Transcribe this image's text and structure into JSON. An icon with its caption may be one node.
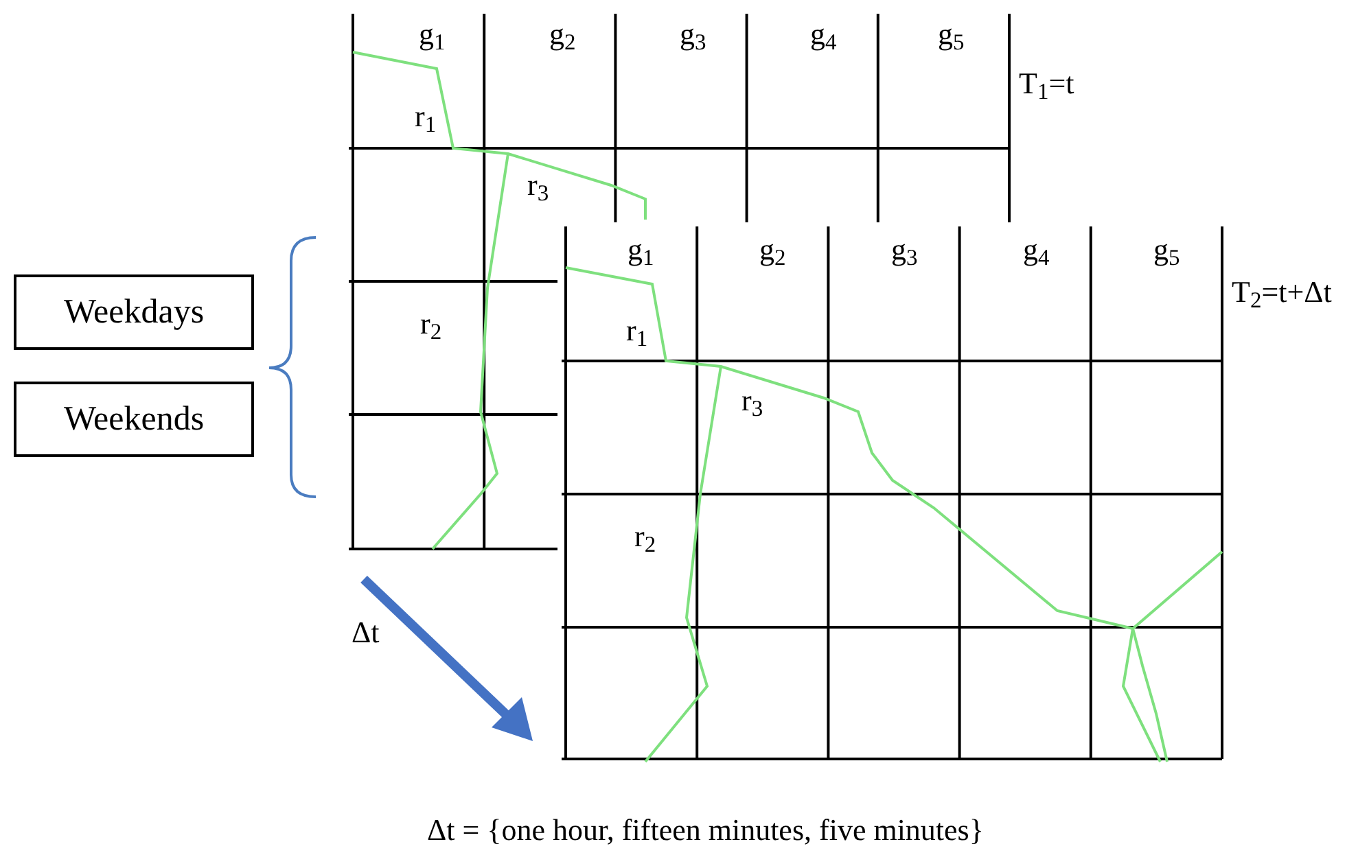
{
  "diagram": {
    "caption": "Δt = {one hour, fifteen minutes, five minutes}",
    "nodes": [
      {
        "text": [
          "Weekdays"
        ]
      },
      {
        "text": [
          "Weekends"
        ]
      }
    ],
    "labels": [
      "g$_{1}$",
      "g$_{2}$",
      "g$_{3}$",
      "g$_{4}$",
      "g$_{5}$",
      "T$_{1}$=t",
      "r$_{1}$",
      "r$_{3}$",
      "r$_{2}$",
      "g$_{1}$",
      "g$_{2}$",
      "g$_{3}$",
      "g$_{4}$",
      "g$_{5}$",
      "T$_{2}$=t+Δt",
      "r$_{1}$",
      "r$_{3}$",
      "r$_{2}$",
      "Δt"
    ]
  }
}
